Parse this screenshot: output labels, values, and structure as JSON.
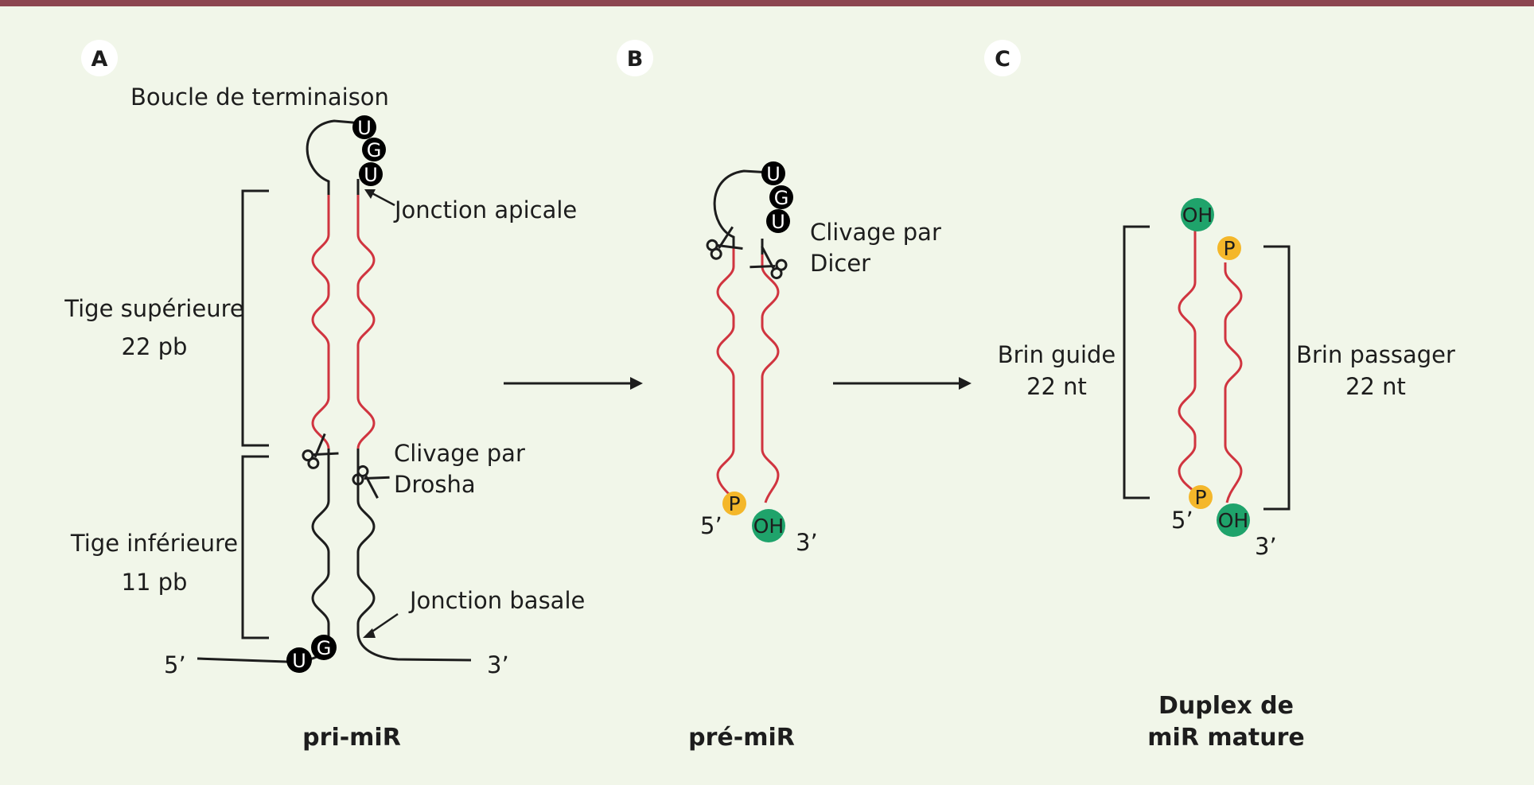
{
  "panels": {
    "a": {
      "letter": "A",
      "title": "pri-miR",
      "terminal_loop": "Boucle de terminaison",
      "apical_junction": "Jonction apicale",
      "upper_stem": "Tige supérieure",
      "upper_stem_size": "22 pb",
      "drosha_line1": "Clivage par",
      "drosha_line2": "Drosha",
      "lower_stem": "Tige inférieure",
      "lower_stem_size": "11 pb",
      "basal_junction": "Jonction basale",
      "five_prime": "5’",
      "three_prime": "3’",
      "loop_nucleotides": [
        "U",
        "G",
        "U"
      ],
      "basal_nucleotides": [
        "U",
        "G"
      ]
    },
    "b": {
      "letter": "B",
      "title": "pré-miR",
      "dicer_line1": "Clivage par",
      "dicer_line2": "Dicer",
      "loop_nucleotides": [
        "U",
        "G",
        "U"
      ],
      "phosphate": "P",
      "hydroxyl": "OH",
      "five_prime": "5’",
      "three_prime": "3’"
    },
    "c": {
      "letter": "C",
      "title_line1": "Duplex de",
      "title_line2": "miR mature",
      "guide_strand": "Brin guide",
      "guide_size": "22 nt",
      "passenger_strand": "Brin passager",
      "passenger_size": "22 nt",
      "hydroxyl_top": "OH",
      "phosphate_top": "P",
      "phosphate_bottom": "P",
      "hydroxyl_bottom": "OH",
      "five_prime": "5’",
      "three_prime": "3’"
    }
  },
  "colors": {
    "background": "#f1f6e9",
    "top_bar": "#8c4650",
    "strand_mature": "#d0343f",
    "strand_flank": "#1d1d1d",
    "hydroxyl": "#1fa36b",
    "phosphate": "#f4b72a",
    "nucleotide": "#000000"
  },
  "icons": [
    "scissors-icon",
    "arrow-right-icon"
  ]
}
